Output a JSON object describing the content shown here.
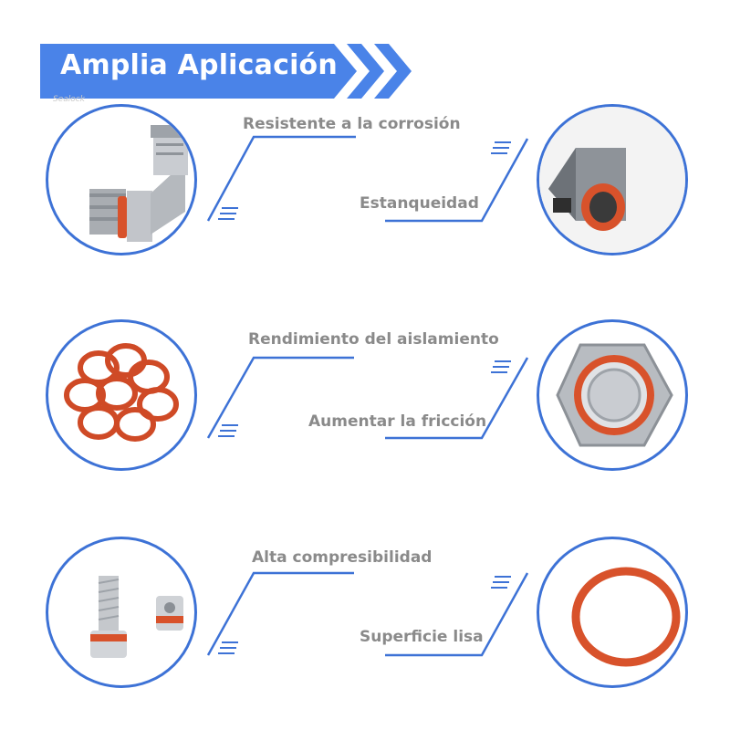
{
  "header": {
    "title": "Amplia Aplicación",
    "watermark": "Sealock"
  },
  "features": [
    {
      "label": "Resistente a la corrosión",
      "image": "elbow-fitting-icon"
    },
    {
      "label": "Estanqueidad",
      "image": "metal-tube-oring-icon"
    },
    {
      "label": "Rendimiento del aislamiento",
      "image": "orings-pile-icon"
    },
    {
      "label": "Aumentar la fricción",
      "image": "hex-nut-oring-icon"
    },
    {
      "label": "Alta compresibilidad",
      "image": "screw-oring-icon"
    },
    {
      "label": "Superficie lisa",
      "image": "single-oring-icon"
    }
  ],
  "colors": {
    "accent": "#3d72d6",
    "banner": "#4a83e8",
    "oring": "#d8522b",
    "label": "#8a8a8a"
  }
}
